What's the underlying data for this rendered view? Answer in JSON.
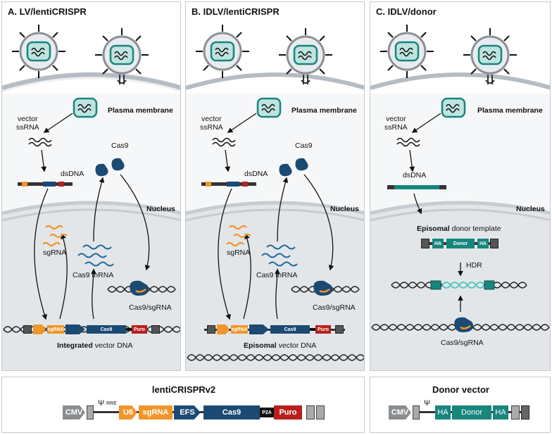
{
  "panels": [
    {
      "title": "A. LV/lentiCRISPR",
      "plasma_membrane": "Plasma membrane",
      "nucleus": "Nucleus",
      "vector_ssrna_1": "vector",
      "vector_ssrna_2": "ssRNA",
      "dsdna": "dsDNA",
      "cas9": "Cas9",
      "sgrna": "sgRNA",
      "cas9_mrna": "Cas9 mRNA",
      "cas9_sgrna": "Cas9/sgRNA",
      "bottom_bold": "Integrated",
      "bottom_rest": " vector DNA",
      "cassette": {
        "sgrna": "sgRNA",
        "cas9": "Cas9",
        "puro": "Puro"
      }
    },
    {
      "title": "B. IDLV/lentiCRISPR",
      "plasma_membrane": "Plasma membrane",
      "nucleus": "Nucleus",
      "vector_ssrna_1": "vector",
      "vector_ssrna_2": "ssRNA",
      "dsdna": "dsDNA",
      "cas9": "Cas9",
      "sgrna": "sgRNA",
      "cas9_mrna": "Cas9 mRNA",
      "cas9_sgrna": "Cas9/sgRNA",
      "bottom_bold": "Episomal",
      "bottom_rest": " vector DNA",
      "cassette": {
        "sgrna": "sgRNA",
        "cas9": "Cas9",
        "puro": "Puro"
      }
    },
    {
      "title": "C. IDLV/donor",
      "plasma_membrane": "Plasma membrane",
      "nucleus": "Nucleus",
      "vector_ssrna_1": "vector",
      "vector_ssrna_2": "ssRNA",
      "dsdna": "dsDNA",
      "episomal_bold": "Episomal",
      "episomal_rest": " donor template",
      "template": {
        "ha_left": "HA",
        "donor": "Donor",
        "ha_right": "HA"
      },
      "hdr": "HDR",
      "cas9_sgrna": "Cas9/sgRNA"
    }
  ],
  "lenticrispr": {
    "title": "lentiCRISPRv2",
    "cmv": "CMV",
    "psi": "Ψ",
    "rre": "RRE",
    "u6": "U6",
    "sgrna": "sgRNA",
    "efs": "EFS",
    "cas9": "Cas9",
    "p2a": "P2A",
    "puro": "Puro"
  },
  "donor_vector": {
    "title": "Donor vector",
    "cmv": "CMV",
    "psi": "Ψ",
    "ha_left": "HA",
    "donor": "Donor",
    "ha_right": "HA"
  },
  "colors": {
    "panel_bg": "#eceef0",
    "nucleus_bg": "#dde1e5",
    "membrane": "#b5bcc3",
    "teal": "#17867d",
    "teal_light": "#5ec6c0",
    "navy": "#1b4a73",
    "orange": "#f0962a",
    "red": "#b8201e",
    "gray_box": "#8a8d90"
  }
}
